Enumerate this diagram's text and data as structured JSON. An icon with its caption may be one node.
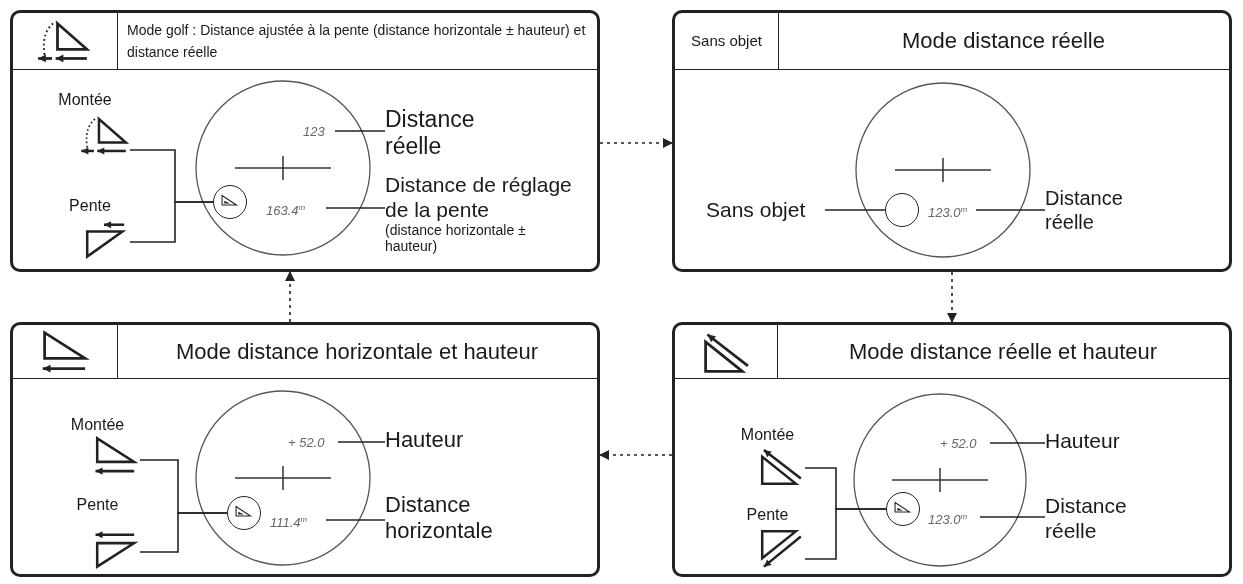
{
  "diagram": {
    "nodes": [
      {
        "text": [
          "Mode golf : Distance ajustée à la pente (distance horizontale ± hauteur) et distance réelle"
        ]
      },
      {
        "text": [
          "Montée"
        ],
        "in": 0
      },
      {
        "text": [
          "Pente"
        ],
        "in": 0
      },
      {
        "text": [],
        "shape": "circle",
        "in": 0
      },
      {
        "text": [
          "123"
        ],
        "in": 0
      },
      {
        "text": [
          "Distance réelle"
        ],
        "in": 0
      },
      {
        "text": [
          "163.4$^{m}$"
        ],
        "in": 0
      },
      {
        "text": [
          "Distance de réglage de la pente",
          "(distance horizontale ± hauteur)"
        ],
        "in": 0
      },
      {
        "text": [
          "Sans objet",
          "Mode distance réelle"
        ]
      },
      {
        "text": [
          "Sans objet"
        ],
        "in": 8
      },
      {
        "text": [],
        "shape": "circle",
        "in": 8
      },
      {
        "text": [
          "123.0$^{m}$"
        ],
        "in": 8
      },
      {
        "text": [
          "Distance réelle"
        ],
        "in": 8
      },
      {
        "text": [
          "Mode distance horizontale et hauteur"
        ]
      },
      {
        "text": [
          "Montée"
        ],
        "in": 13
      },
      {
        "text": [
          "Pente"
        ],
        "in": 13
      },
      {
        "text": [],
        "shape": "circle",
        "in": 13
      },
      {
        "text": [
          "+ 52.0"
        ],
        "in": 13
      },
      {
        "text": [
          "Hauteur"
        ],
        "in": 13
      },
      {
        "text": [
          "111.4$^{m}$"
        ],
        "in": 13
      },
      {
        "text": [
          "Distance horizontale"
        ],
        "in": 13
      },
      {
        "text": [
          "Mode distance réelle et hauteur"
        ]
      },
      {
        "text": [
          "Montée"
        ],
        "in": 21
      },
      {
        "text": [
          "Pente"
        ],
        "in": 21
      },
      {
        "text": [],
        "shape": "circle",
        "in": 21
      },
      {
        "text": [
          "+ 52.0"
        ],
        "in": 21
      },
      {
        "text": [
          "Hauteur"
        ],
        "in": 21
      },
      {
        "text": [
          "123.0$^{m}$"
        ],
        "in": 21
      },
      {
        "text": [
          "Distance réelle"
        ],
        "in": 21
      }
    ],
    "edges": [
      {
        "from": 0,
        "to": 8,
        "arrow": "to",
        "style": "dashed"
      },
      {
        "from": 8,
        "to": 21,
        "arrow": "to",
        "style": "dashed"
      },
      {
        "from": 21,
        "to": 13,
        "arrow": "to",
        "style": "dashed"
      },
      {
        "from": 13,
        "to": 0,
        "arrow": "to",
        "style": "dashed"
      },
      {
        "from": 1,
        "to": 3,
        "arrow": "none"
      },
      {
        "from": 2,
        "to": 3,
        "arrow": "none"
      },
      {
        "from": 5,
        "to": 4,
        "arrow": "none"
      },
      {
        "from": 7,
        "to": 6,
        "arrow": "none"
      },
      {
        "from": 9,
        "to": 10,
        "arrow": "none"
      },
      {
        "from": 12,
        "to": 11,
        "arrow": "none"
      },
      {
        "from": 14,
        "to": 16,
        "arrow": "none"
      },
      {
        "from": 15,
        "to": 16,
        "arrow": "none"
      },
      {
        "from": 18,
        "to": 17,
        "arrow": "none"
      },
      {
        "from": 20,
        "to": 19,
        "arrow": "none"
      },
      {
        "from": 22,
        "to": 24,
        "arrow": "none"
      },
      {
        "from": 23,
        "to": 24,
        "arrow": "none"
      },
      {
        "from": 26,
        "to": 25,
        "arrow": "none"
      },
      {
        "from": 28,
        "to": 27,
        "arrow": "none"
      }
    ]
  }
}
